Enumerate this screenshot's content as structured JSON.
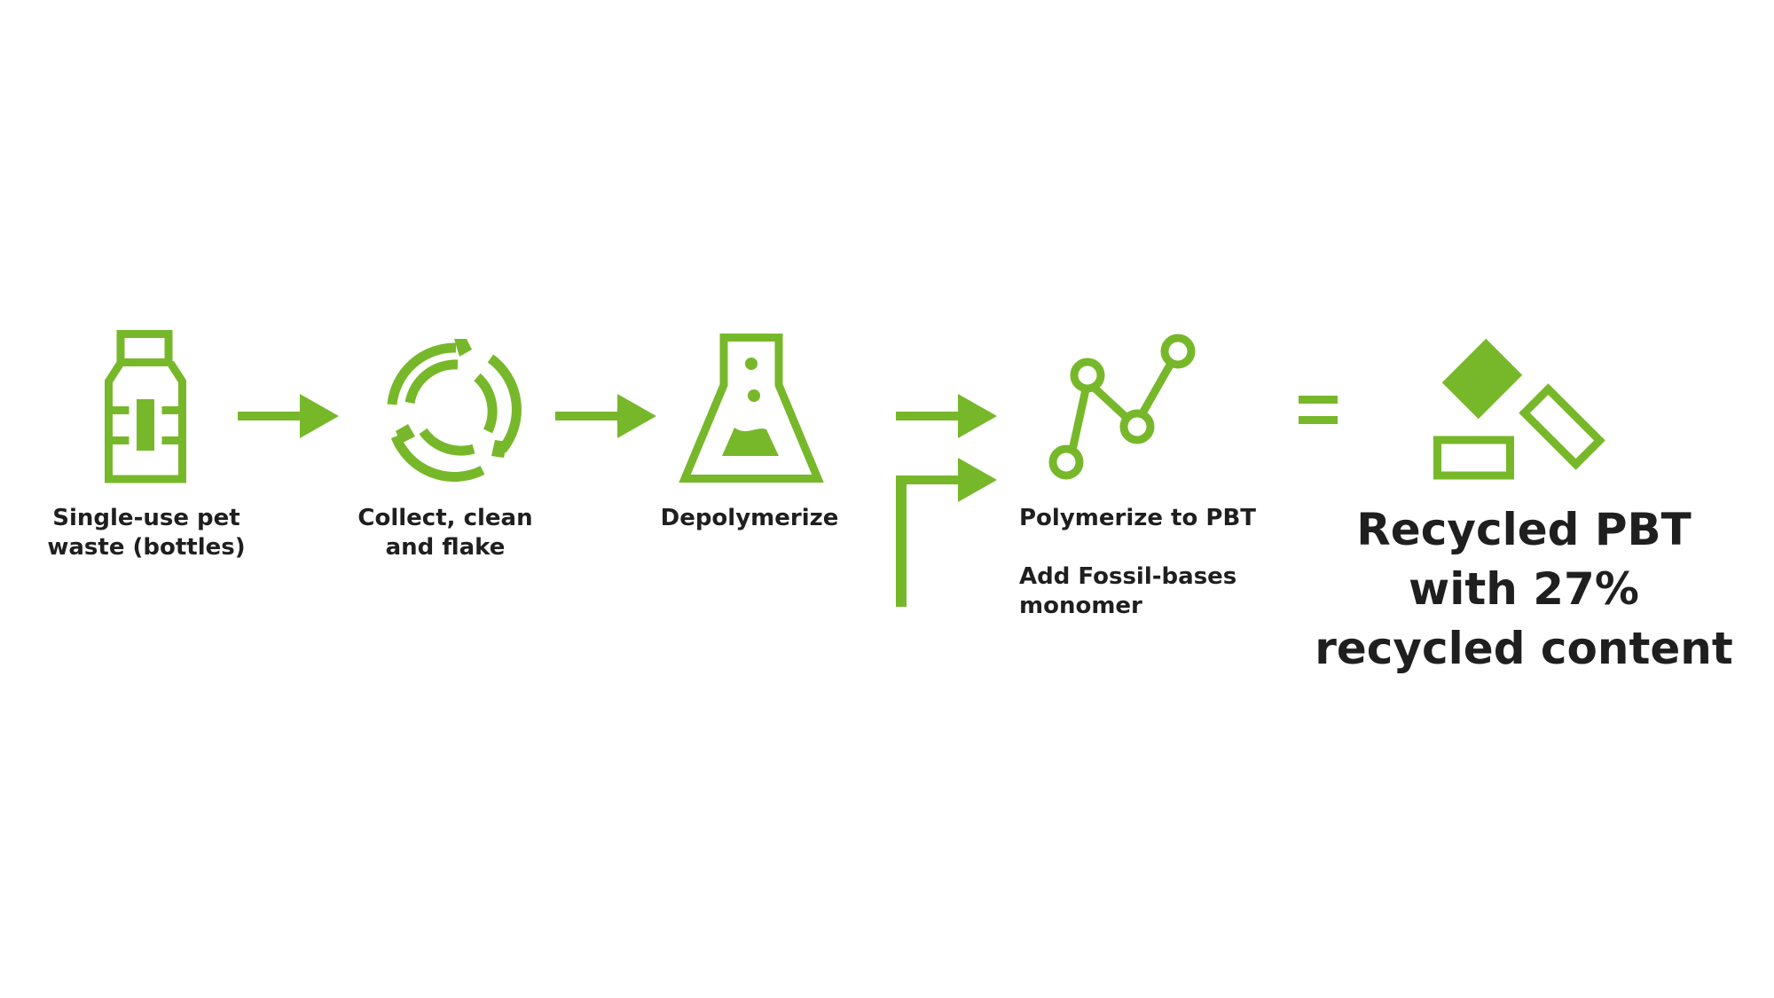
{
  "colors": {
    "accent": "#77b82a",
    "text": "#1f1f1f",
    "background": "#ffffff"
  },
  "steps": [
    {
      "icon": "bottle-icon",
      "label_lines": [
        "Single-use pet",
        "waste (bottles)"
      ]
    },
    {
      "icon": "recycle-cycle-icon",
      "label_lines": [
        "Collect, clean",
        "and flake"
      ]
    },
    {
      "icon": "flask-icon",
      "label_lines": [
        "Depolymerize"
      ]
    },
    {
      "icon": "polymer-chain-icon",
      "label_lines": [
        "Polymerize to PBT"
      ],
      "sub_label_lines": [
        "Add Fossil-bases",
        "monomer"
      ]
    }
  ],
  "connectors": {
    "arrow": "right-arrow-icon",
    "merge_arrow": "merge-arrow-icon",
    "equals": "equals-icon"
  },
  "result": {
    "icon": "pellets-icon",
    "title_lines": [
      "Recycled PBT",
      "with 27%",
      "recycled content"
    ]
  }
}
